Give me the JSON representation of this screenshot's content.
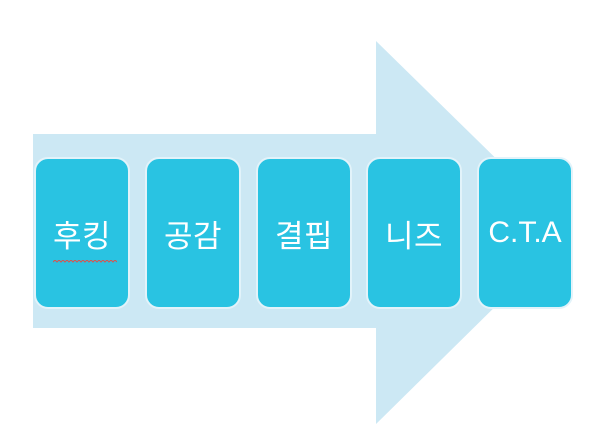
{
  "colors": {
    "arrow": "#cce8f4",
    "box": "#29c3e2",
    "box_border": "#e2f3fa",
    "text": "#ffffff",
    "spell_underline": "#d9534f"
  },
  "steps": [
    {
      "label": "후킹",
      "spellcheck_underline": true
    },
    {
      "label": "공감"
    },
    {
      "label": "결핍"
    },
    {
      "label": "니즈"
    },
    {
      "label": "C.T.A"
    }
  ]
}
